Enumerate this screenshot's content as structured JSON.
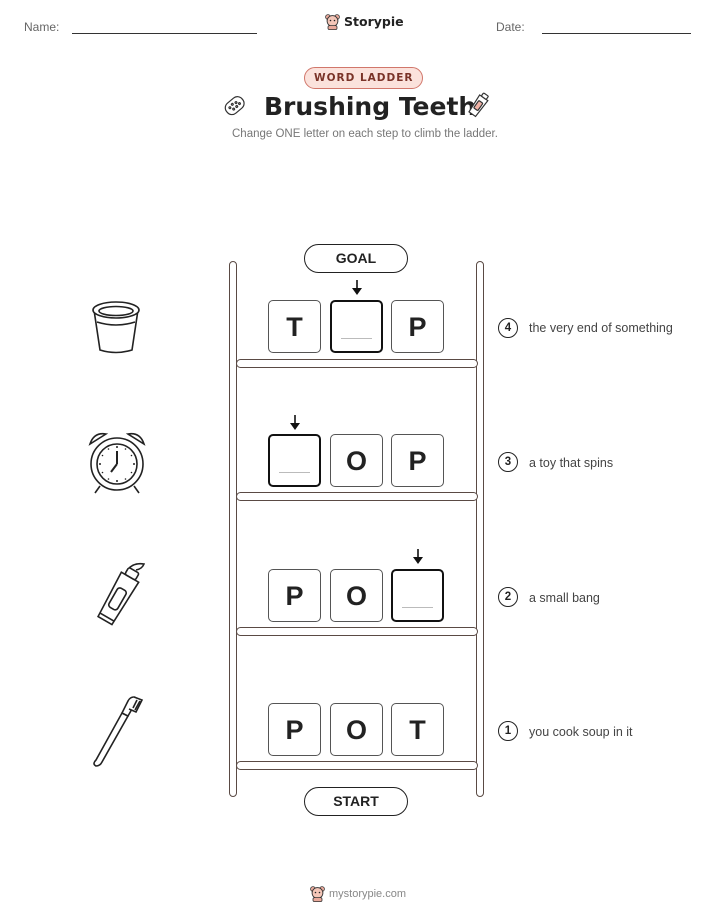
{
  "header": {
    "name_label": "Name:",
    "date_label": "Date:",
    "brand": "Storypie"
  },
  "badge": "WORD LADDER",
  "title": "Brushing Teeth",
  "subtitle": "Change ONE letter on each step to climb the ladder.",
  "ladder": {
    "goal_label": "GOAL",
    "start_label": "START",
    "steps": [
      {
        "number": "4",
        "clue": "the very end of something",
        "picture": "cup-icon",
        "letters": [
          "T",
          "",
          "P"
        ],
        "changed_index": 1
      },
      {
        "number": "3",
        "clue": "a toy that spins",
        "picture": "alarm-clock-icon",
        "letters": [
          "",
          "O",
          "P"
        ],
        "changed_index": 0
      },
      {
        "number": "2",
        "clue": "a small bang",
        "picture": "toothpaste-icon",
        "letters": [
          "P",
          "O",
          ""
        ],
        "changed_index": 2
      },
      {
        "number": "1",
        "clue": "you cook soup in it",
        "picture": "toothbrush-icon",
        "letters": [
          "P",
          "O",
          "T"
        ],
        "changed_index": null
      }
    ]
  },
  "footer": {
    "site": "mystorypie.com"
  },
  "colors": {
    "badge_fill": "#fbe2dc",
    "badge_border": "#d1776b",
    "rail": "#5a4a44"
  }
}
